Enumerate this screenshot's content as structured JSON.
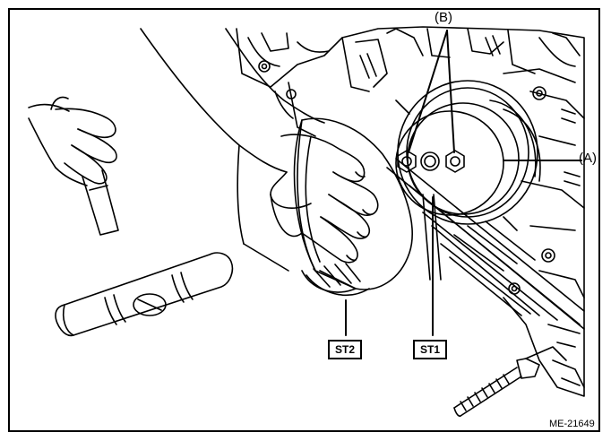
{
  "figure": {
    "id": "ME-21649"
  },
  "callouts": {
    "a": "(A)",
    "b": "(B)"
  },
  "tools": {
    "st1": "ST1",
    "st2": "ST2"
  },
  "colors": {
    "line": "#000000",
    "background": "#ffffff"
  }
}
